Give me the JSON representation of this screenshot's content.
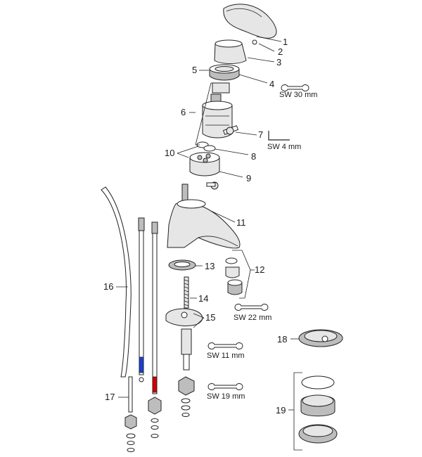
{
  "callouts": {
    "p1": "1",
    "p2": "2",
    "p3": "3",
    "p4": "4",
    "p5": "5",
    "p6": "6",
    "p7": "7",
    "p8": "8",
    "p9": "9",
    "p10": "10",
    "p11": "11",
    "p12": "12",
    "p13": "13",
    "p14": "14",
    "p15": "15",
    "p16": "16",
    "p17": "17",
    "p18": "18",
    "p19": "19"
  },
  "tools": {
    "sw30": "SW 30 mm",
    "sw4": "SW 4 mm",
    "sw22": "SW 22 mm",
    "sw11": "SW 11 mm",
    "sw19": "SW 19 mm"
  },
  "icons": [
    "wrench-icon",
    "hex-key-icon"
  ],
  "colors": {
    "hot_marker": "#d00000",
    "cold_marker": "#1a3fd0",
    "line": "#222222"
  }
}
